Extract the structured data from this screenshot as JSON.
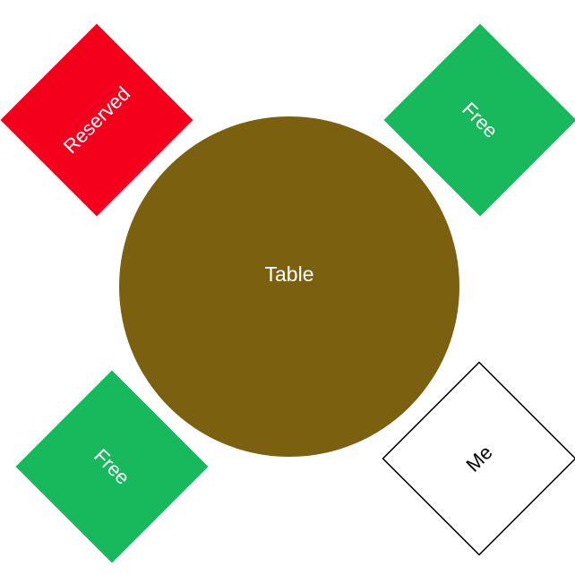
{
  "table": {
    "label": "Table",
    "fill_color": "#7b6010",
    "text_color": "#ffffff"
  },
  "seats": [
    {
      "id": "top-left",
      "label": "Reserved",
      "status": "reserved",
      "fill_color": "#f5001c",
      "text_color": "#ffffff",
      "border_color": ""
    },
    {
      "id": "top-right",
      "label": "Free",
      "status": "free",
      "fill_color": "#18b85c",
      "text_color": "#ffffff",
      "border_color": ""
    },
    {
      "id": "bottom-left",
      "label": "Free",
      "status": "free",
      "fill_color": "#18b85c",
      "text_color": "#ffffff",
      "border_color": ""
    },
    {
      "id": "bottom-right",
      "label": "Me",
      "status": "me",
      "fill_color": "#ffffff",
      "text_color": "#000000",
      "border_color": "#000000"
    }
  ]
}
